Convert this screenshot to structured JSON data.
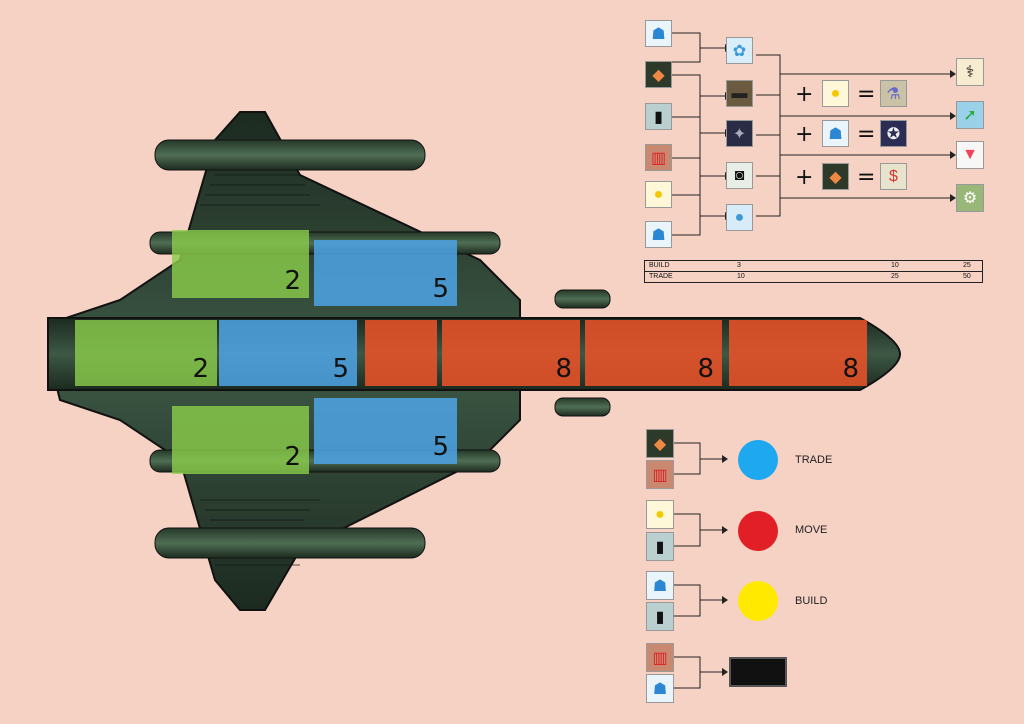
{
  "ship": {
    "zones": [
      {
        "color": "green",
        "value": "2"
      },
      {
        "color": "blue",
        "value": "5"
      },
      {
        "color": "green",
        "value": "2"
      },
      {
        "color": "blue",
        "value": "5"
      },
      {
        "color": "red",
        "value": ""
      },
      {
        "color": "red",
        "value": "8"
      },
      {
        "color": "red",
        "value": "8"
      },
      {
        "color": "red",
        "value": "8"
      },
      {
        "color": "green",
        "value": "2"
      },
      {
        "color": "blue",
        "value": "5"
      }
    ]
  },
  "recipes": {
    "inputs": [
      "robot-icon",
      "gems-icon",
      "tablet-icon",
      "phone-booth-icon",
      "duck-icon",
      "robot-icon"
    ],
    "intermediates": [
      "rabbit-icon",
      "cart-icon",
      "satellite-icon",
      "radio-icon",
      "bird-icon"
    ],
    "plus": "+",
    "equals": "=",
    "combos": [
      {
        "add": "duck-icon",
        "result": "potion-icon"
      },
      {
        "add": "robot-icon",
        "result": "dog-icon"
      },
      {
        "add": "gems-icon",
        "result": "money-icon"
      }
    ],
    "outputs": [
      "caduceus-icon",
      "rocket-icon",
      "shirt-icon",
      "gear-head-icon"
    ]
  },
  "cost_table": {
    "rows": [
      {
        "label": "BUILD",
        "a": "3",
        "b": "10",
        "c": "25"
      },
      {
        "label": "TRADE",
        "a": "10",
        "b": "25",
        "c": "50"
      }
    ]
  },
  "legend": {
    "items": [
      {
        "icons": [
          "gems-icon",
          "phone-booth-icon"
        ],
        "color": "#1ea8ef",
        "label": "TRADE"
      },
      {
        "icons": [
          "duck-icon",
          "tablet-icon"
        ],
        "color": "#e21f26",
        "label": "MOVE"
      },
      {
        "icons": [
          "robot-icon",
          "tablet-icon"
        ],
        "color": "#ffe900",
        "label": "BUILD"
      },
      {
        "icons": [
          "phone-booth-icon",
          "robot-icon"
        ],
        "color": "#111111",
        "label": ""
      }
    ]
  }
}
